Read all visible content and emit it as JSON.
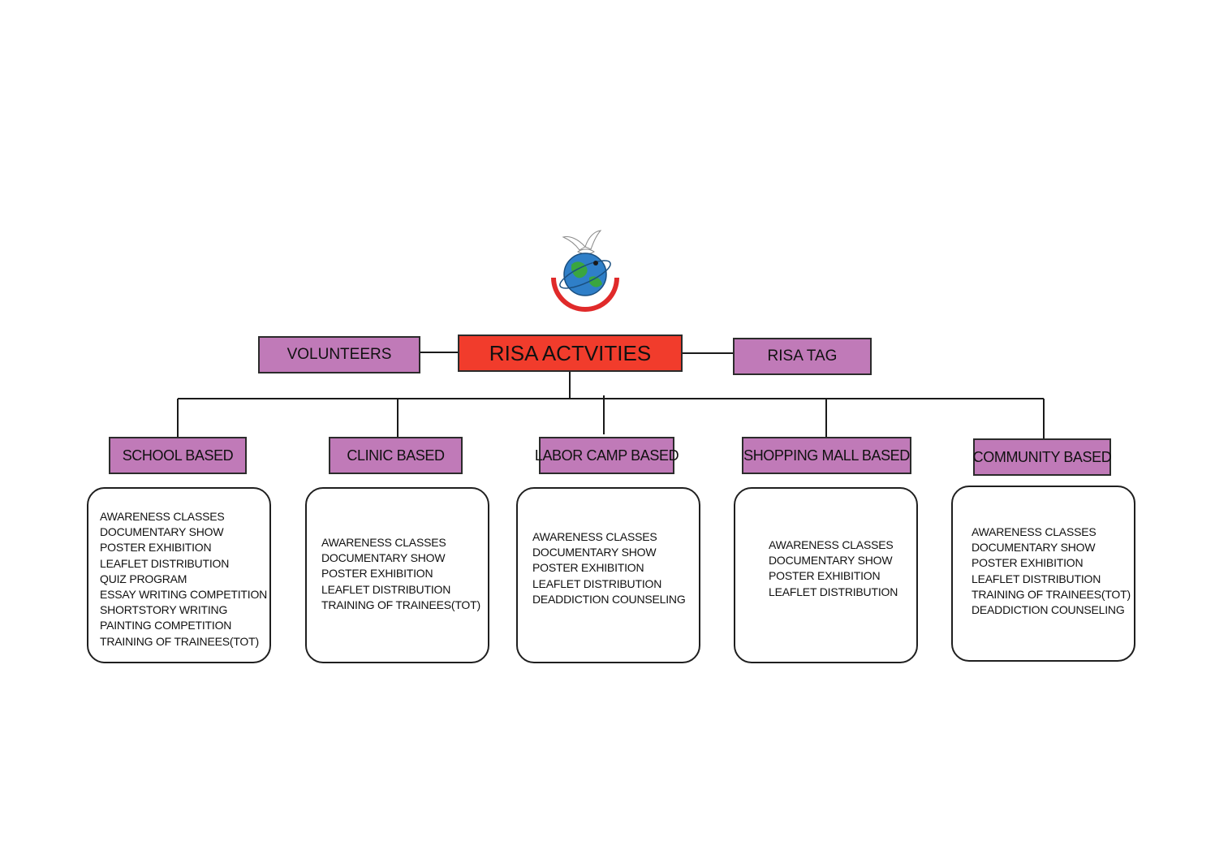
{
  "center": {
    "label": "RISA ACTVITIES"
  },
  "left_node": {
    "label": "VOLUNTEERS"
  },
  "right_node": {
    "label": "RISA TAG"
  },
  "colors": {
    "center_fill": "#f13c2c",
    "node_fill": "#c07ab8",
    "border": "#2b2b2b",
    "line": "#1a1a1a"
  },
  "categories": [
    {
      "label": "SCHOOL BASED",
      "items": [
        "AWARENESS CLASSES",
        "DOCUMENTARY SHOW",
        "POSTER EXHIBITION",
        "LEAFLET DISTRIBUTION",
        "QUIZ PROGRAM",
        "ESSAY WRITING COMPETITION",
        "SHORTSTORY WRITING",
        "PAINTING COMPETITION",
        "TRAINING OF TRAINEES(TOT)"
      ]
    },
    {
      "label": "CLINIC BASED",
      "items": [
        "AWARENESS CLASSES",
        "DOCUMENTARY SHOW",
        "POSTER EXHIBITION",
        "LEAFLET DISTRIBUTION",
        "TRAINING OF TRAINEES(TOT)"
      ]
    },
    {
      "label": "LABOR CAMP BASED",
      "items": [
        "AWARENESS CLASSES",
        "DOCUMENTARY SHOW",
        "POSTER EXHIBITION",
        "LEAFLET DISTRIBUTION",
        "DEADDICTION COUNSELING"
      ]
    },
    {
      "label": "SHOPPING MALL BASED",
      "items": [
        "AWARENESS CLASSES",
        "DOCUMENTARY SHOW",
        "POSTER EXHIBITION",
        "LEAFLET DISTRIBUTION"
      ]
    },
    {
      "label": "COMMUNITY BASED",
      "items": [
        "AWARENESS CLASSES",
        "DOCUMENTARY SHOW",
        "POSTER EXHIBITION",
        "LEAFLET DISTRIBUTION",
        "TRAINING OF TRAINEES(TOT)",
        "DEADDICTION COUNSELING"
      ]
    }
  ]
}
